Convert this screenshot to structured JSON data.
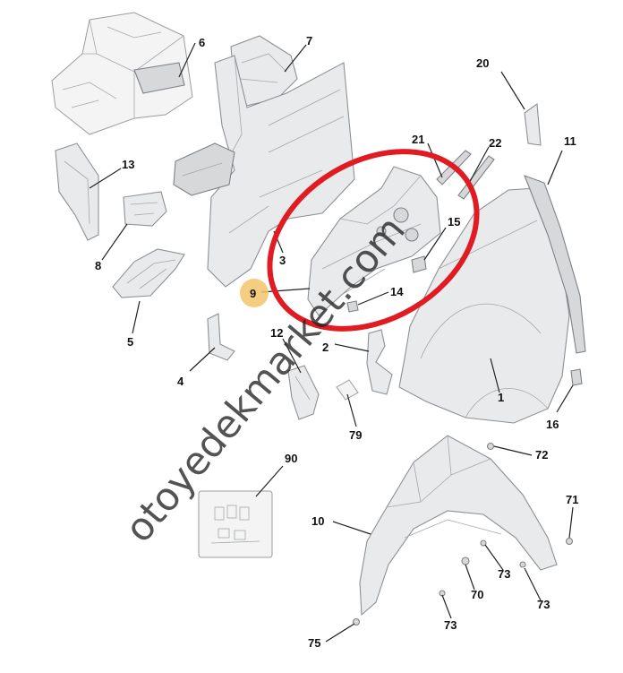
{
  "callouts": {
    "c1": "1",
    "c2": "2",
    "c3": "3",
    "c4": "4",
    "c5": "5",
    "c6": "6",
    "c7": "7",
    "c8": "8",
    "c9": "9",
    "c10": "10",
    "c11": "11",
    "c12": "12",
    "c13": "13",
    "c14": "14",
    "c15": "15",
    "c16": "16",
    "c20": "20",
    "c21": "21",
    "c22": "22",
    "c70": "70",
    "c71": "71",
    "c72": "72",
    "c73a": "73",
    "c73b": "73",
    "c73c": "73",
    "c75": "75",
    "c79": "79",
    "c90": "90"
  },
  "watermark": {
    "text": "otoyedekmarket.com"
  },
  "colors": {
    "highlight_ellipse": "#e01b22",
    "highlight_dot": "#f2c46b",
    "part_fill": "#e9eaeb",
    "part_stroke": "#8d9094"
  }
}
